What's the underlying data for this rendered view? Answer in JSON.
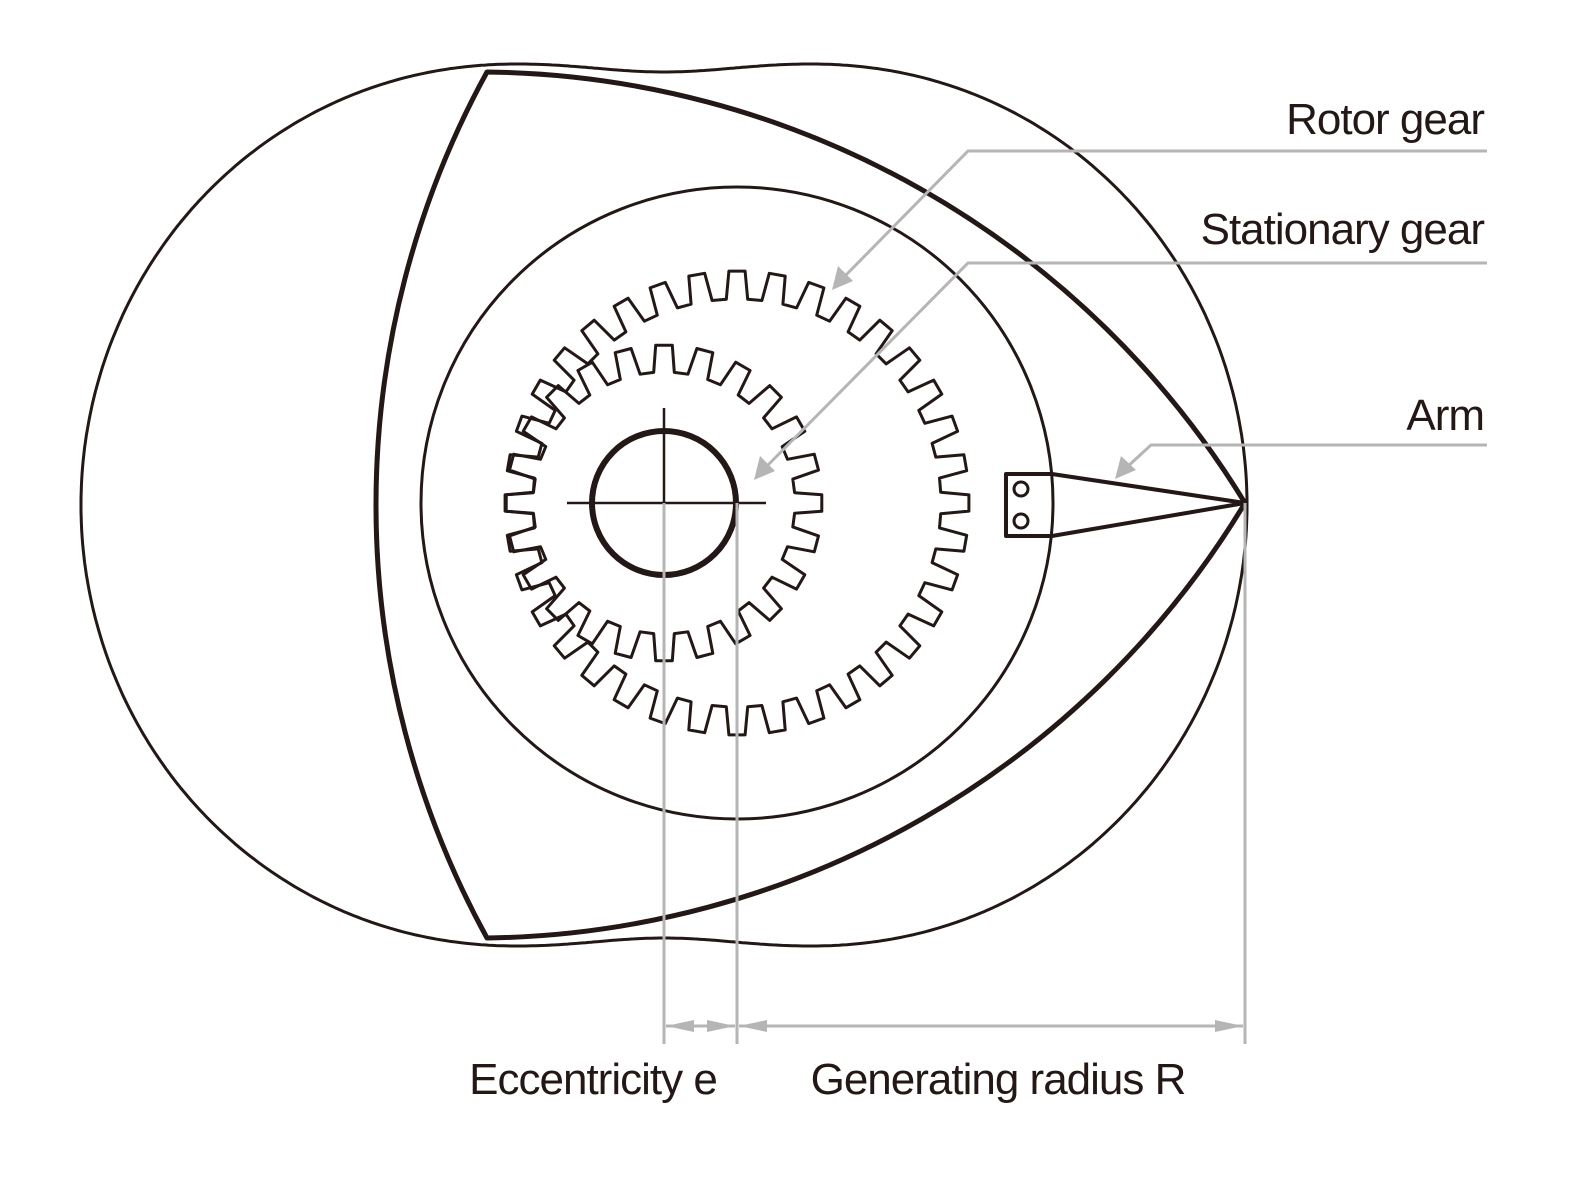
{
  "diagram": {
    "title": "Rotary engine geometry",
    "labels": {
      "rotor_gear": "Rotor gear",
      "stationary_gear": "Stationary gear",
      "arm": "Arm",
      "eccentricity": "Eccentricity e",
      "generating_radius": "Generating radius R"
    },
    "parts": {
      "rotor_gear_teeth": 36,
      "stationary_gear_teeth": 24,
      "arm_holes": 2
    },
    "colors": {
      "ink": "#231815",
      "leader": "#b5b5b5",
      "background": "#ffffff"
    }
  }
}
